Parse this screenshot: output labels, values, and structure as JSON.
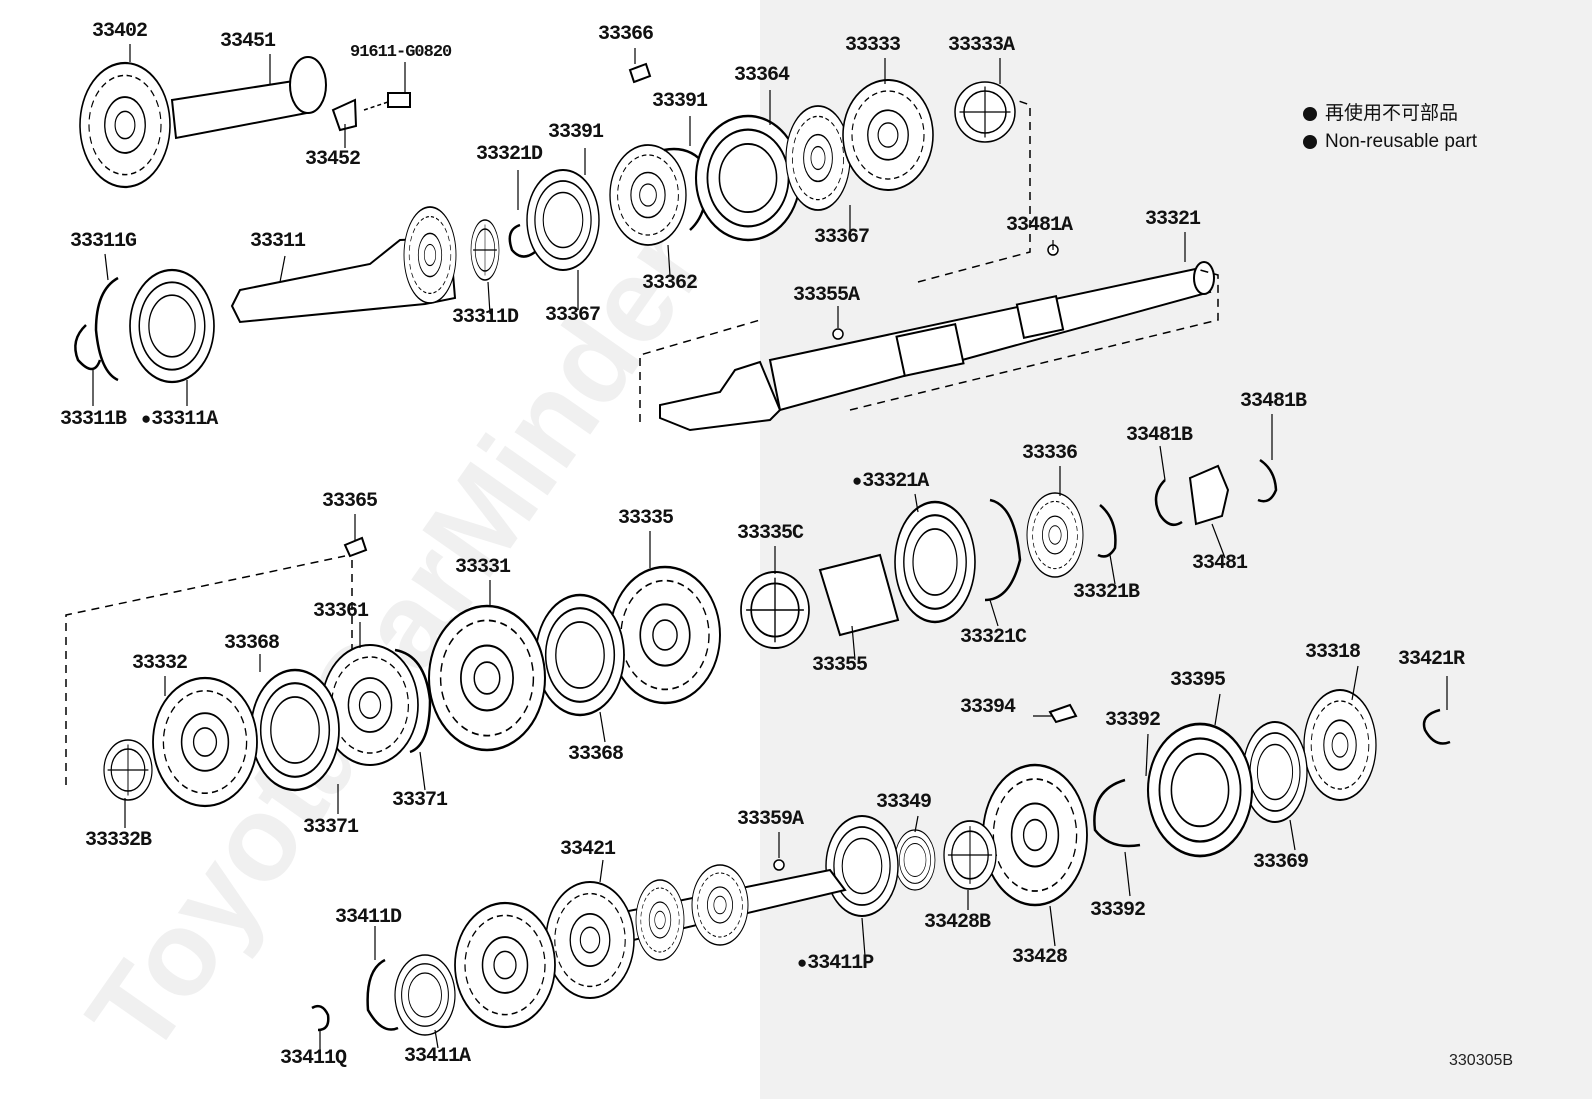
{
  "watermark": "ToyotaCarMinder",
  "legend": {
    "jp": "再使用不可部品",
    "en": "Non-reusable part"
  },
  "diagram_code": "330305B",
  "labels": {
    "l33402": "33402",
    "l33451": "33451",
    "l91611": "91611-G0820",
    "l33452": "33452",
    "l33366": "33366",
    "l33391a": "33391",
    "l33391b": "33391",
    "l33364": "33364",
    "l33333": "33333",
    "l33333A": "33333A",
    "l33321D": "33321D",
    "l33311G": "33311G",
    "l33311": "33311",
    "l33311D": "33311D",
    "l33367a": "33367",
    "l33362": "33362",
    "l33367b": "33367",
    "l33311B": "33311B",
    "l33311A": "33311A",
    "l33481A": "33481A",
    "l33321": "33321",
    "l33355A": "33355A",
    "l33481Ba": "33481B",
    "l33481Bb": "33481B",
    "l33336": "33336",
    "l33321A": "33321A",
    "l33481": "33481",
    "l33321B": "33321B",
    "l33365": "33365",
    "l33335": "33335",
    "l33335C": "33335C",
    "l33331": "33331",
    "l33361": "33361",
    "l33368a": "33368",
    "l33332": "33332",
    "l33355": "33355",
    "l33321C": "33321C",
    "l33368b": "33368",
    "l33371a": "33371",
    "l33371b": "33371",
    "l33332B": "33332B",
    "l33318": "33318",
    "l33421R": "33421R",
    "l33395": "33395",
    "l33394": "33394",
    "l33392a": "33392",
    "l33392b": "33392",
    "l33369": "33369",
    "l33349": "33349",
    "l33359A": "33359A",
    "l33421": "33421",
    "l33428B": "33428B",
    "l33428": "33428",
    "l33411P": "33411P",
    "l33411D": "33411D",
    "l33411Q": "33411Q",
    "l33411A": "33411A"
  }
}
